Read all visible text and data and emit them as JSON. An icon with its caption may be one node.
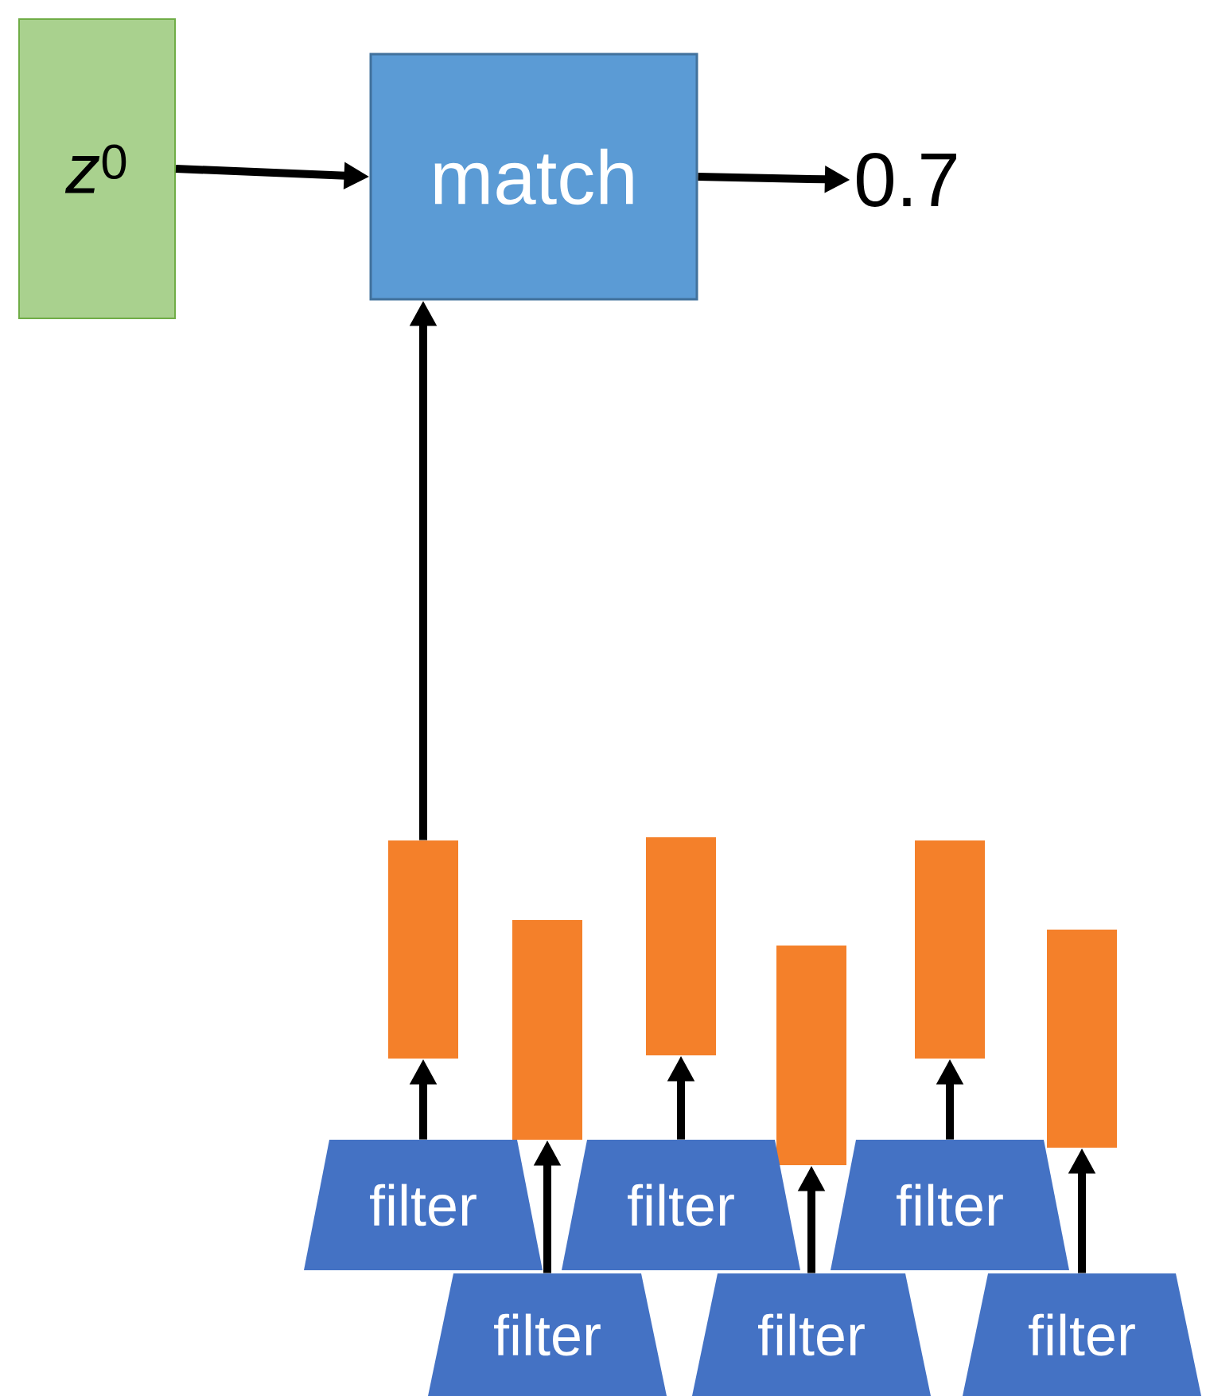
{
  "diagram": {
    "nodes": [
      {
        "text": [
          "*z*$^{0}$"
        ]
      },
      {
        "text": [
          "match"
        ]
      },
      {
        "text": [
          "0.7"
        ]
      },
      {
        "text": [],
        "shape": "bar"
      },
      {
        "text": [],
        "shape": "bar"
      },
      {
        "text": [],
        "shape": "bar"
      },
      {
        "text": [],
        "shape": "bar"
      },
      {
        "text": [],
        "shape": "bar"
      },
      {
        "text": [],
        "shape": "bar"
      },
      {
        "text": [
          "filter"
        ]
      },
      {
        "text": [
          "filter"
        ]
      },
      {
        "text": [
          "filter"
        ]
      },
      {
        "text": [
          "filter"
        ]
      },
      {
        "text": [
          "filter"
        ]
      },
      {
        "text": [
          "filter"
        ]
      }
    ],
    "edges": [
      {
        "from": 0,
        "to": 1,
        "arrow": "to"
      },
      {
        "from": 1,
        "to": 2,
        "arrow": "to"
      },
      {
        "from": 3,
        "to": 1,
        "arrow": "to"
      },
      {
        "from": 9,
        "to": 3,
        "arrow": "to"
      },
      {
        "from": 12,
        "to": 4,
        "arrow": "to"
      },
      {
        "from": 10,
        "to": 5,
        "arrow": "to"
      },
      {
        "from": 13,
        "to": 6,
        "arrow": "to"
      },
      {
        "from": 11,
        "to": 7,
        "arrow": "to"
      },
      {
        "from": 14,
        "to": 8,
        "arrow": "to"
      }
    ]
  }
}
